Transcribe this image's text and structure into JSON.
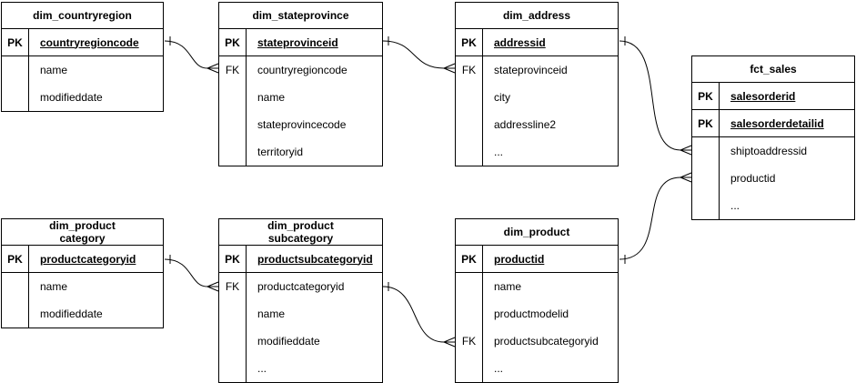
{
  "diagram": {
    "kind": "entity-relationship-diagram",
    "background_color": "#ffffff",
    "line_color": "#000000",
    "text_color": "#000000",
    "tables": [
      {
        "id": "dim_countryregion",
        "title": "dim_countryregion",
        "rows": [
          {
            "key": "PK",
            "name": "countryregioncode",
            "is_pk": true
          },
          {
            "key": "",
            "name": "name"
          },
          {
            "key": "",
            "name": "modifieddate"
          }
        ]
      },
      {
        "id": "dim_stateprovince",
        "title": "dim_stateprovince",
        "rows": [
          {
            "key": "PK",
            "name": "stateprovinceid",
            "is_pk": true
          },
          {
            "key": "FK",
            "name": "countryregioncode"
          },
          {
            "key": "",
            "name": "name"
          },
          {
            "key": "",
            "name": "stateprovincecode"
          },
          {
            "key": "",
            "name": "territoryid"
          }
        ]
      },
      {
        "id": "dim_address",
        "title": "dim_address",
        "rows": [
          {
            "key": "PK",
            "name": "addressid",
            "is_pk": true
          },
          {
            "key": "FK",
            "name": "stateprovinceid"
          },
          {
            "key": "",
            "name": "city"
          },
          {
            "key": "",
            "name": "addressline2"
          },
          {
            "key": "",
            "name": "..."
          }
        ]
      },
      {
        "id": "fct_sales",
        "title": "fct_sales",
        "rows": [
          {
            "key": "PK",
            "name": "salesorderid",
            "is_pk": true
          },
          {
            "key": "PK",
            "name": "salesorderdetailid",
            "is_pk": true
          },
          {
            "key": "",
            "name": "shiptoaddressid"
          },
          {
            "key": "",
            "name": "productid"
          },
          {
            "key": "",
            "name": "..."
          }
        ]
      },
      {
        "id": "dim_productcategory",
        "title": "dim_product\ncategory",
        "rows": [
          {
            "key": "PK",
            "name": "productcategoryid",
            "is_pk": true
          },
          {
            "key": "",
            "name": "name"
          },
          {
            "key": "",
            "name": "modifieddate"
          }
        ]
      },
      {
        "id": "dim_productsubcategory",
        "title": "dim_product\nsubcategory",
        "rows": [
          {
            "key": "PK",
            "name": "productsubcategoryid",
            "is_pk": true
          },
          {
            "key": "FK",
            "name": "productcategoryid"
          },
          {
            "key": "",
            "name": "name"
          },
          {
            "key": "",
            "name": "modifieddate"
          },
          {
            "key": "",
            "name": "..."
          }
        ]
      },
      {
        "id": "dim_product",
        "title": "dim_product",
        "rows": [
          {
            "key": "PK",
            "name": "productid",
            "is_pk": true
          },
          {
            "key": "",
            "name": "name"
          },
          {
            "key": "",
            "name": "productmodelid"
          },
          {
            "key": "FK",
            "name": "productsubcategoryid"
          },
          {
            "key": "",
            "name": "..."
          }
        ]
      }
    ],
    "relations": [
      {
        "from_table": "dim_countryregion",
        "from_field": "countryregioncode",
        "from_cardinality": "one",
        "to_table": "dim_stateprovince",
        "to_field": "countryregioncode",
        "to_cardinality": "many"
      },
      {
        "from_table": "dim_stateprovince",
        "from_field": "stateprovinceid",
        "from_cardinality": "one",
        "to_table": "dim_address",
        "to_field": "stateprovinceid",
        "to_cardinality": "many"
      },
      {
        "from_table": "dim_address",
        "from_field": "addressid",
        "from_cardinality": "one",
        "to_table": "fct_sales",
        "to_field": "shiptoaddressid",
        "to_cardinality": "many"
      },
      {
        "from_table": "dim_product",
        "from_field": "productid",
        "from_cardinality": "one",
        "to_table": "fct_sales",
        "to_field": "productid",
        "to_cardinality": "many"
      },
      {
        "from_table": "dim_productcategory",
        "from_field": "productcategoryid",
        "from_cardinality": "one",
        "to_table": "dim_productsubcategory",
        "to_field": "productcategoryid",
        "to_cardinality": "many"
      },
      {
        "from_table": "dim_productsubcategory",
        "from_field": "productsubcategoryid",
        "from_cardinality": "one",
        "to_table": "dim_product",
        "to_field": "productsubcategoryid",
        "to_cardinality": "many"
      }
    ]
  }
}
